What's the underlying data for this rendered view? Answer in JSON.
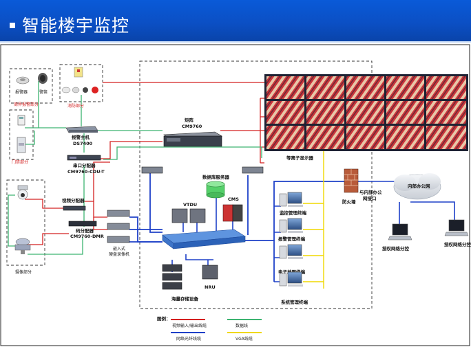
{
  "title": "智能楼宇监控",
  "labels": {
    "alarm_detector": "报警器",
    "siren": "警笛",
    "alarm_section": "周界报警部分",
    "fire_section": "消防部分",
    "access_section": "门禁部分",
    "alarm_host": "报警主机",
    "alarm_host_model": "DS7400",
    "serial_splitter": "串口分配器",
    "serial_splitter_model": "CM9760-CDU-T",
    "video_splitter": "视频分配器",
    "code_splitter": "码分配器",
    "code_splitter_model": "CM9760-DMR",
    "embedded_dvr_line1": "嵌入式",
    "embedded_dvr_line2": "硬盘录像机",
    "camera_section": "摄像部分",
    "matrix": "矩阵",
    "matrix_model": "CM9760",
    "db_server": "数据库服务器",
    "vtdu": "VTDU",
    "cms": "CMS",
    "nru": "NRU",
    "storage": "海量存储设备",
    "display_wall": "等离子显示器",
    "firewall": "防火墙",
    "office_link_line1": "与内部办公",
    "office_link_line2": "网接口",
    "internal_net": "内部办公网",
    "monitor_terminal": "监控管理终端",
    "alarm_terminal": "报警管理终端",
    "map_terminal": "电子地图终端",
    "system_terminal": "系统管理终端",
    "auth_client1": "授权网络分控",
    "auth_client2": "授权网络分控"
  },
  "legend": {
    "title": "图例：",
    "items": [
      {
        "label": "视频输入/输出线缆",
        "color": "#d42020"
      },
      {
        "label": "数据线",
        "color": "#3cb371"
      },
      {
        "label": "网络光纤线缆",
        "color": "#1e40c8"
      },
      {
        "label": "VGA线缆",
        "color": "#f0d800"
      }
    ]
  },
  "colors": {
    "video": "#d42020",
    "data": "#3cb371",
    "network": "#1e40c8",
    "vga": "#f0d800",
    "banner": "#0b4fc4"
  }
}
